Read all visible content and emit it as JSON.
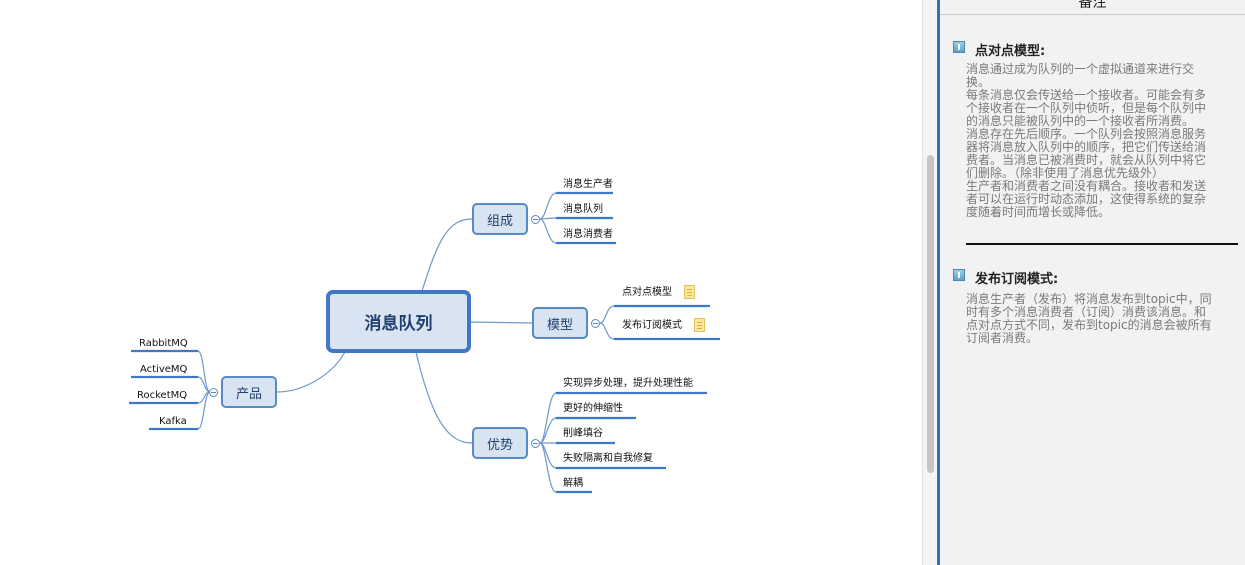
{
  "mindmap": {
    "central": "消息队列",
    "branches": {
      "composition": {
        "label": "组成",
        "children": [
          "消息生产者",
          "消息队列",
          "消息消费者"
        ]
      },
      "model": {
        "label": "模型",
        "children": [
          "点对点模型",
          "发布订阅模式"
        ]
      },
      "advantages": {
        "label": "优势",
        "children": [
          "实现异步处理，提升处理性能",
          "更好的伸缩性",
          "削峰填谷",
          "失败隔离和自我修复",
          "解耦"
        ]
      },
      "products": {
        "label": "产品",
        "children": [
          "RabbitMQ",
          "ActiveMQ",
          "RocketMQ",
          "Kafka"
        ]
      }
    },
    "icons": {
      "collapse": "collapse-toggle-icon",
      "note": "note-icon"
    }
  },
  "notes_panel": {
    "title": "备注",
    "sections": [
      {
        "title": "点对点模型:",
        "lines": [
          "消息通过成为队列的一个虚拟通道来进行交",
          "换。",
          "每条消息仅会传送给一个接收者。可能会有多",
          "个接收者在一个队列中侦听，但是每个队列中",
          "的消息只能被队列中的一个接收者所消费。",
          "消息存在先后顺序。一个队列会按照消息服务",
          "器将消息放入队列中的顺序，把它们传送给消",
          "费者。当消息已被消费时，就会从队列中将它",
          "们删除。（除非使用了消息优先级外）",
          "生产者和消费者之间没有耦合。接收者和发送",
          "者可以在运行时动态添加，这使得系统的复杂",
          "度随着时间而增长或降低。"
        ]
      },
      {
        "title": "发布订阅模式:",
        "lines": [
          "消息生产者（发布）将消息发布到topic中，同",
          "时有多个消息消费者（订阅）消费该消息。和",
          "点对点方式不同，发布到topic的消息会被所有",
          "订阅者消费。"
        ]
      }
    ]
  },
  "colors": {
    "node_fill": "#d9e4f2",
    "node_border": "#3f78c4",
    "branch_line": "#5a8ac6",
    "panel_edge": "#2f73b7"
  }
}
